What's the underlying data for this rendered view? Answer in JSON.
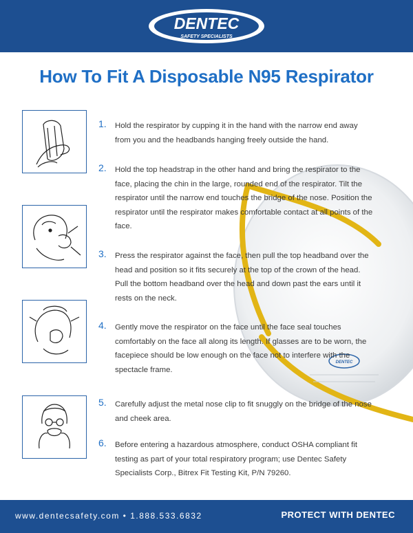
{
  "brand": {
    "name": "DENTEC",
    "subtitle": "SAFETY SPECIALISTS"
  },
  "title": "How To Fit A Disposable N95 Respirator",
  "steps": [
    {
      "number": "1.",
      "text": "Hold the respirator by cupping it in the hand with the narrow end away from you and the headbands hanging freely outside the hand."
    },
    {
      "number": "2.",
      "text": "Hold the top headstrap in the other hand and bring the respirator to the face, placing the chin in the large, rounded end of the respirator. Tilt the respirator until the narrow end touches the bridge of the nose. Position the respirator until the respirator makes comfortable contact at all points of the face."
    },
    {
      "number": "3.",
      "text": "Press the respirator against the face, then pull the top headband over the head and position so it fits securely at the top of the crown of the head. Pull the bottom headband over the head and down past the ears until it rests on the neck."
    },
    {
      "number": "4.",
      "text": "Gently move the respirator on the face until the face seal touches comfortably on the face all along its length. If glasses are to be worn, the facepiece should be low enough on the face not to interfere with the spectacle frame."
    },
    {
      "number": "5.",
      "text": "Carefully adjust the metal nose clip to fit snuggly on the bridge of the nose and cheek area."
    },
    {
      "number": "6.",
      "text": "Before entering a hazardous atmosphere, conduct OSHA compliant fit testing as part of your total respiratory program; use Dentec Safety Specialists Corp., Bitrex Fit Testing Kit, P/N 79260."
    }
  ],
  "footer": {
    "contact": "www.dentecsafety.com • 1.888.533.6832",
    "tagline": "PROTECT WITH DENTEC"
  },
  "colors": {
    "brand_blue": "#1d4f91",
    "title_blue": "#1f6fc5",
    "strap_yellow": "#e2b515"
  }
}
